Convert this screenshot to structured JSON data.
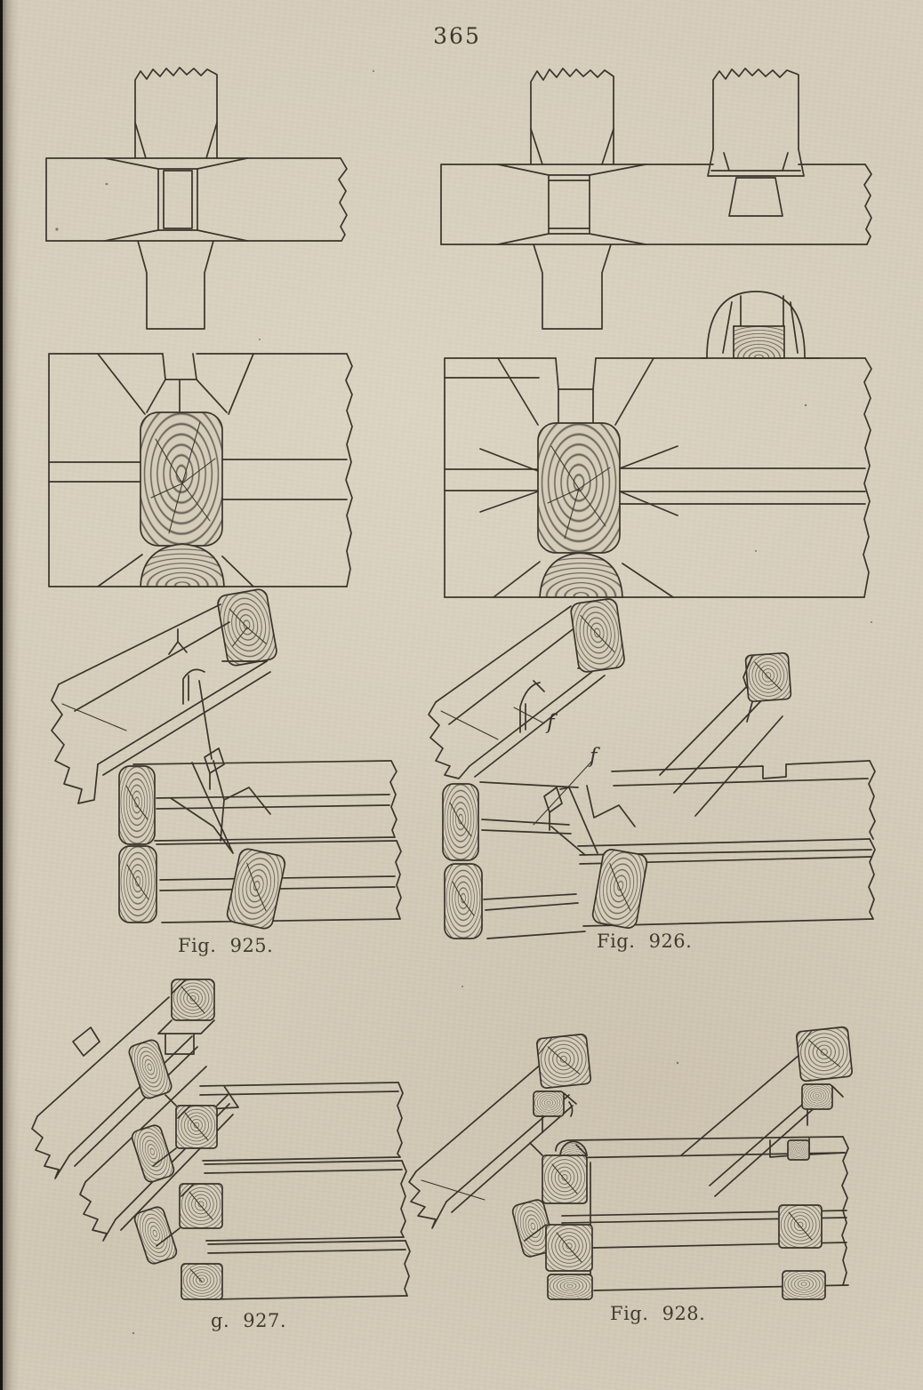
{
  "page": {
    "number": "365"
  },
  "captions": {
    "fig925": "Fig. 925.",
    "fig926": "Fig. 926.",
    "fig927": "g. 927.",
    "fig928": "Fig. 928."
  },
  "annotations": {
    "f_upper": "f",
    "f_lower": "f"
  },
  "colors": {
    "paper": "#d5ccba",
    "ink": "#3a342b"
  }
}
